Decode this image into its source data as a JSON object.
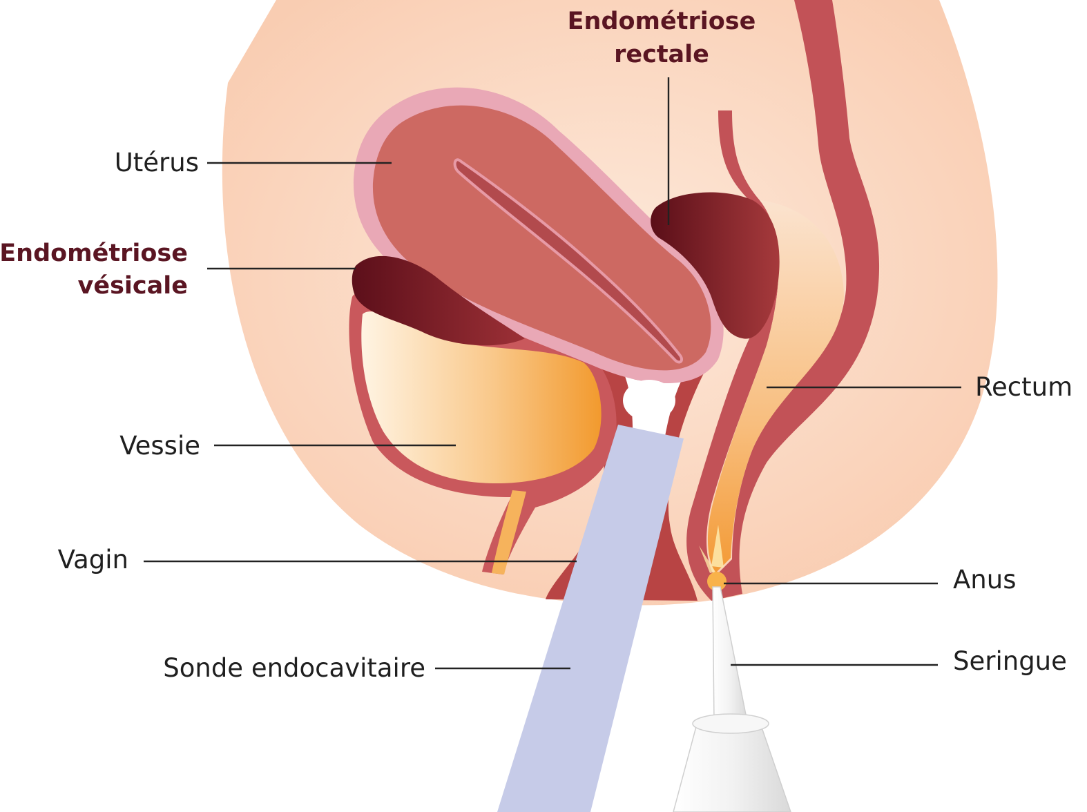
{
  "labels": {
    "uterus": "Utérus",
    "endo_vesicale_1": "Endométriose",
    "endo_vesicale_2": "vésicale",
    "endo_rectale_1": "Endométriose",
    "endo_rectale_2": "rectale",
    "vessie": "Vessie",
    "vagin": "Vagin",
    "sonde": "Sonde endocavitaire",
    "rectum": "Rectum",
    "anus": "Anus",
    "seringue": "Seringue"
  },
  "colors": {
    "pelvis_bg": "#fbd7c0",
    "uterus": "#cf6a64",
    "uterus_rim": "#e7a4b3",
    "lesion": "#6b1621",
    "wall": "#b94a4a",
    "bladder_fill": "#f4a03a",
    "rectum_fill": "#f7a64a",
    "probe": "#c6cbe8",
    "syringe": "#efefef",
    "highlight_text": "#5a1522"
  }
}
